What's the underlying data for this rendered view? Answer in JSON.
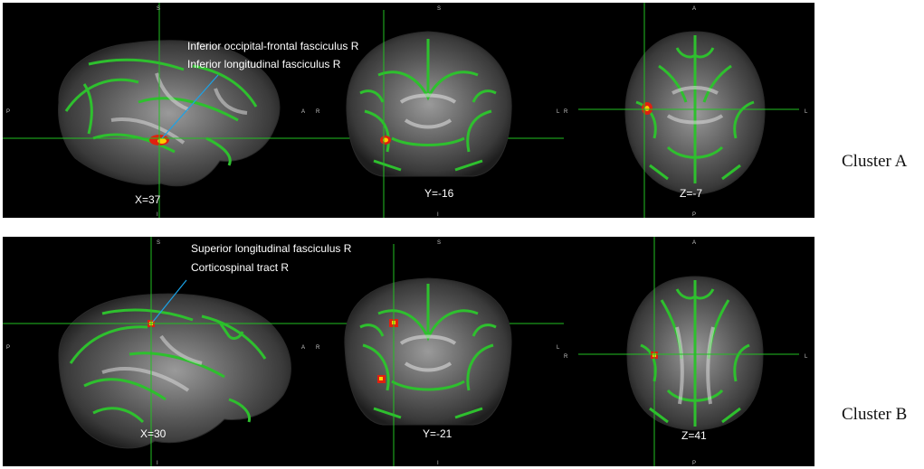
{
  "figure": {
    "clusters": [
      {
        "id": "A",
        "label": "Cluster A",
        "annotations": [
          "Inferior occipital-frontal fasciculus R",
          "Inferior longitudinal fasciculus R"
        ],
        "views": {
          "sagittal": {
            "coord": "X=37",
            "top": "S",
            "bottom": "I",
            "left": "P",
            "right": "A"
          },
          "coronal": {
            "coord": "Y=-16",
            "top": "S",
            "bottom": "I",
            "left": "R",
            "right": "L"
          },
          "axial": {
            "coord": "Z=-7",
            "top": "A",
            "bottom": "P",
            "left": "R",
            "right": "L"
          }
        }
      },
      {
        "id": "B",
        "label": "Cluster B",
        "annotations": [
          "Superior longitudinal fasciculus R",
          "Corticospinal tract R"
        ],
        "views": {
          "sagittal": {
            "coord": "X=30",
            "top": "S",
            "bottom": "I",
            "left": "P",
            "right": "A"
          },
          "coronal": {
            "coord": "Y=-21",
            "top": "S",
            "bottom": "I",
            "left": "R",
            "right": "L"
          },
          "axial": {
            "coord": "Z=41",
            "top": "A",
            "bottom": "P",
            "left": "R",
            "right": "L"
          }
        }
      }
    ],
    "colors": {
      "background": "#000000",
      "crosshair": "#22c022",
      "tract": "#2ec02e",
      "cluster": "#e02010",
      "cluster_core": "#ffcc00",
      "leader_line": "#1aa3e8"
    }
  }
}
